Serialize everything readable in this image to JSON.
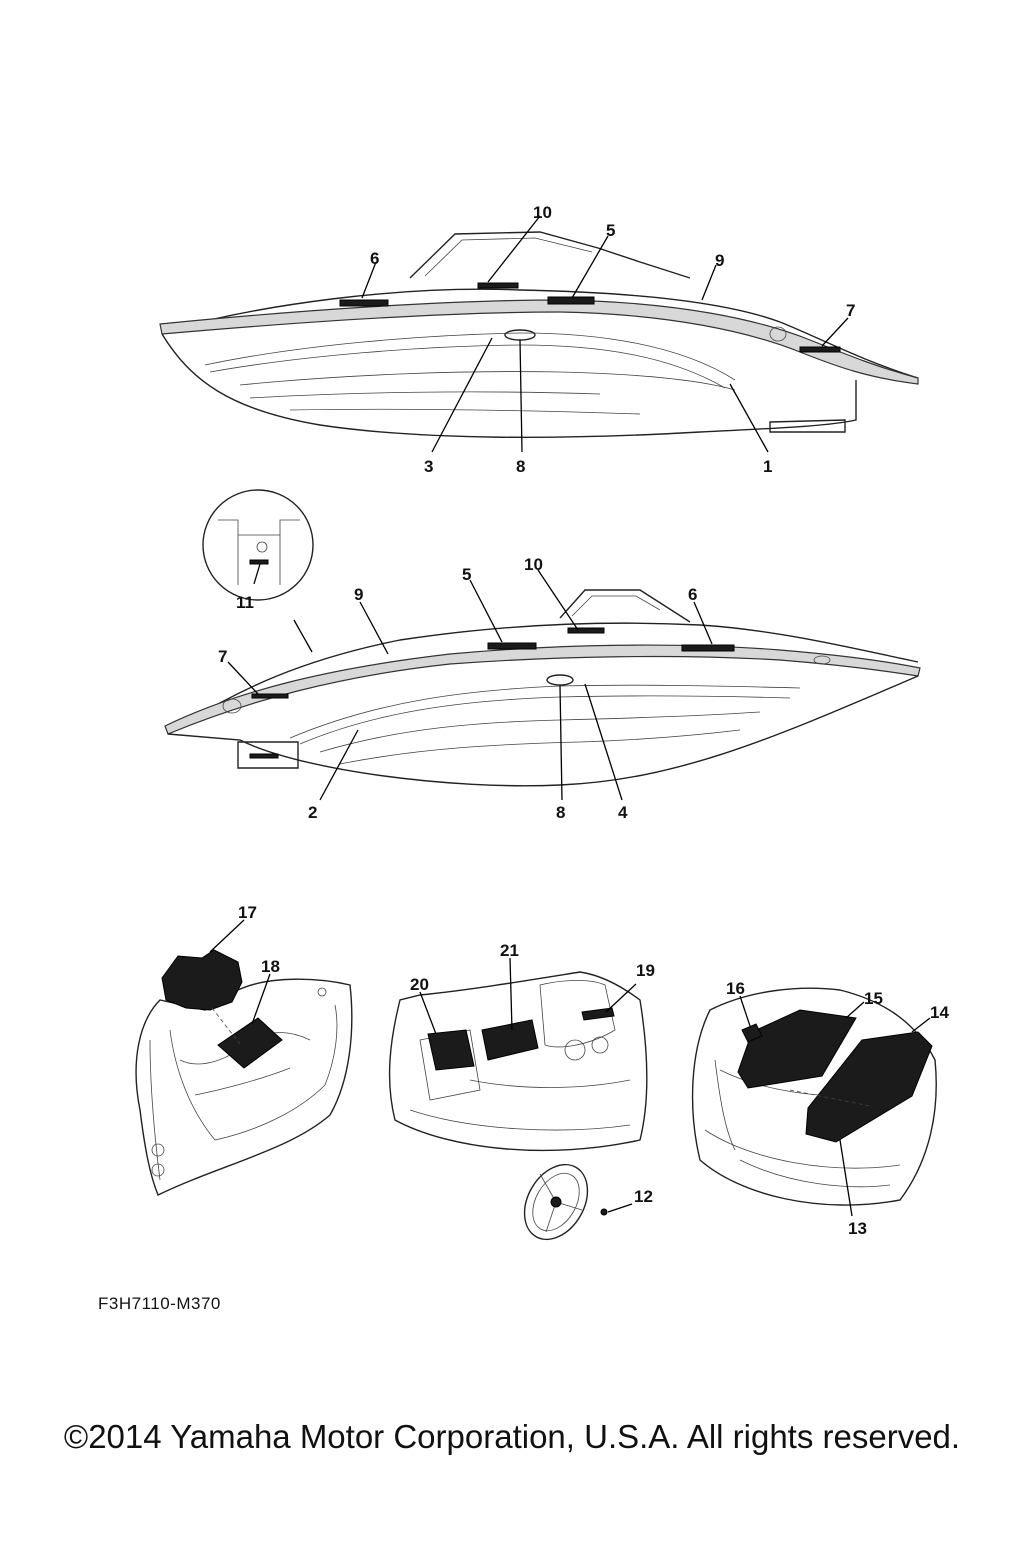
{
  "diagram": {
    "code": "F3H7110-M370",
    "copyright": "©2014 Yamaha Motor Corporation, U.S.A. All rights reserved."
  },
  "callouts": {
    "top": [
      "10",
      "5",
      "6",
      "9",
      "7",
      "3",
      "8",
      "1"
    ],
    "middle": [
      "11",
      "9",
      "5",
      "10",
      "6",
      "7",
      "2",
      "8",
      "4"
    ],
    "bottom_left": [
      "17",
      "18"
    ],
    "bottom_center": [
      "21",
      "20",
      "19",
      "12"
    ],
    "bottom_right": [
      "16",
      "15",
      "14",
      "13"
    ]
  }
}
